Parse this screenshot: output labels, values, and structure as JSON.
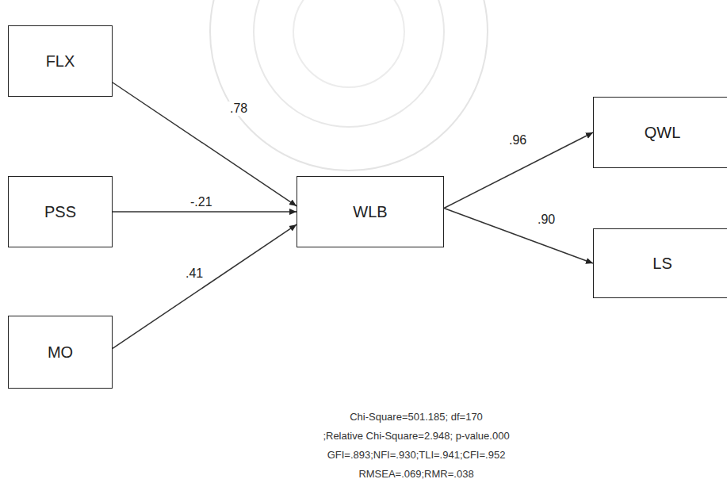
{
  "diagram": {
    "nodes": [
      {
        "text": [
          "FLX"
        ]
      },
      {
        "text": [
          "PSS"
        ]
      },
      {
        "text": [
          "MO"
        ]
      },
      {
        "text": [
          "WLB"
        ]
      },
      {
        "text": [
          "QWL"
        ]
      },
      {
        "text": [
          "LS"
        ]
      }
    ],
    "edges": [
      {
        "from": 0,
        "to": 3,
        "arrow": "to",
        "label": ".78"
      },
      {
        "from": 1,
        "to": 3,
        "arrow": "to",
        "label": "-.21"
      },
      {
        "from": 2,
        "to": 3,
        "arrow": "to",
        "label": ".41"
      },
      {
        "from": 3,
        "to": 4,
        "arrow": "to",
        "label": ".96"
      },
      {
        "from": 3,
        "to": 5,
        "arrow": "to",
        "label": ".90"
      }
    ],
    "labels": [
      "Chi-Square=501.185; df=170",
      ";Relative Chi-Square=2.948; p-value.000",
      "GFI=.893;NFI=.930;TLI=.941;CFI=.952",
      "RMSEA=.069;RMR=.038"
    ]
  }
}
